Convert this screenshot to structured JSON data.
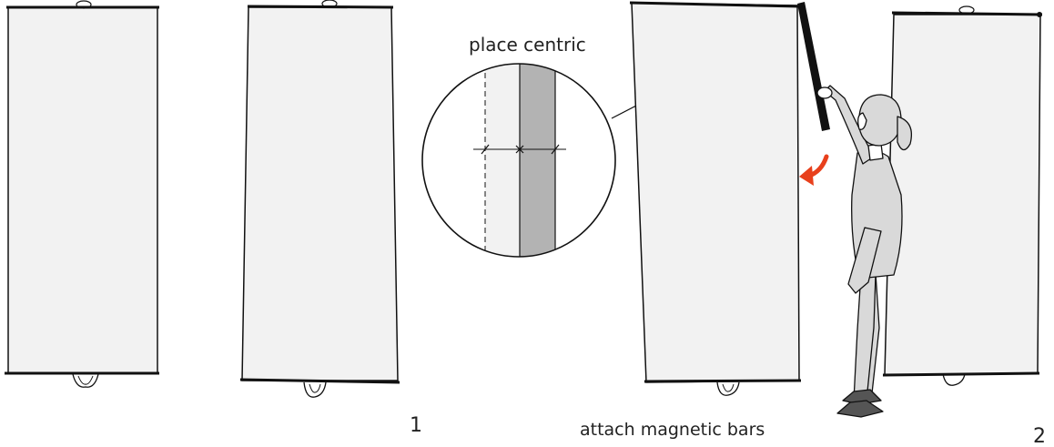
{
  "labels": {
    "place_centric": "place centric",
    "step_1": "1",
    "attach_magnetic_bars": "attach magnetic bars",
    "step_2": "2"
  },
  "colors": {
    "panel_fill": "#f2f2f2",
    "outline": "#111111",
    "gray_strip": "#b3b3b3",
    "rotation_arrow": "#e8401c",
    "person_fill": "#d9d9d9",
    "shoe_fill": "#555555"
  },
  "icons": [
    "rotation-arrow-icon",
    "person-figure"
  ]
}
